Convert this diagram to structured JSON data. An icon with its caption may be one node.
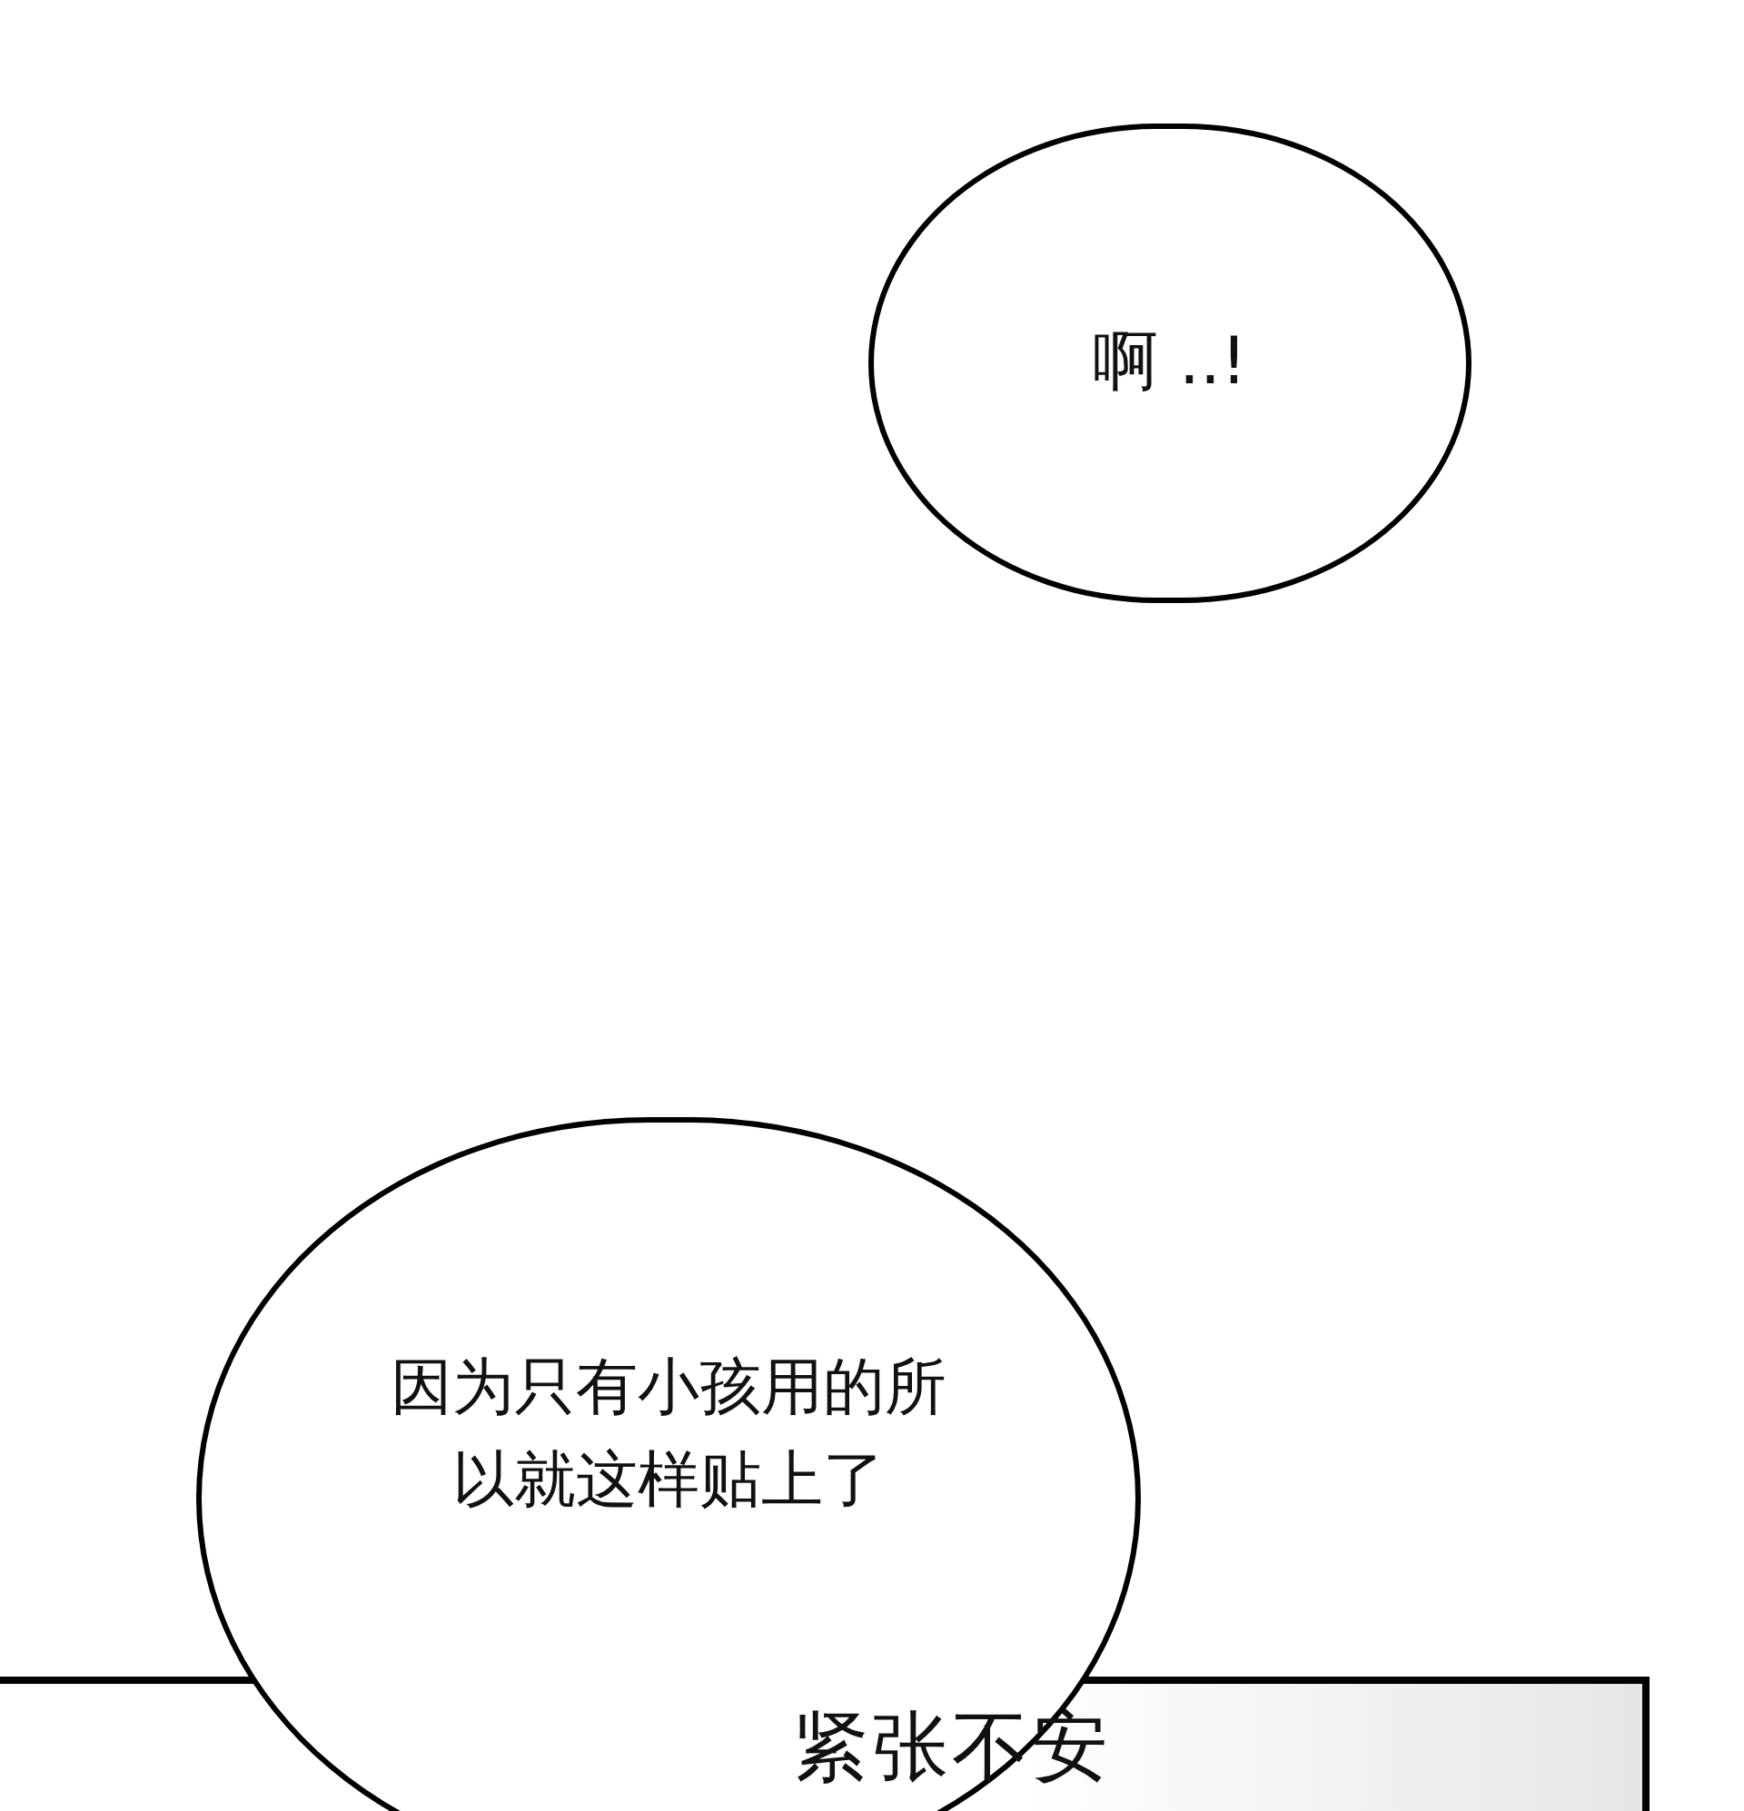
{
  "diagram": {
    "nodes": [
      {
        "text": [
          "啊 ..!"
        ]
      },
      {
        "text": [
          "因为只有小孩用的所以就这样贴上了"
        ]
      }
    ],
    "labels": [
      "紧张不安"
    ]
  }
}
